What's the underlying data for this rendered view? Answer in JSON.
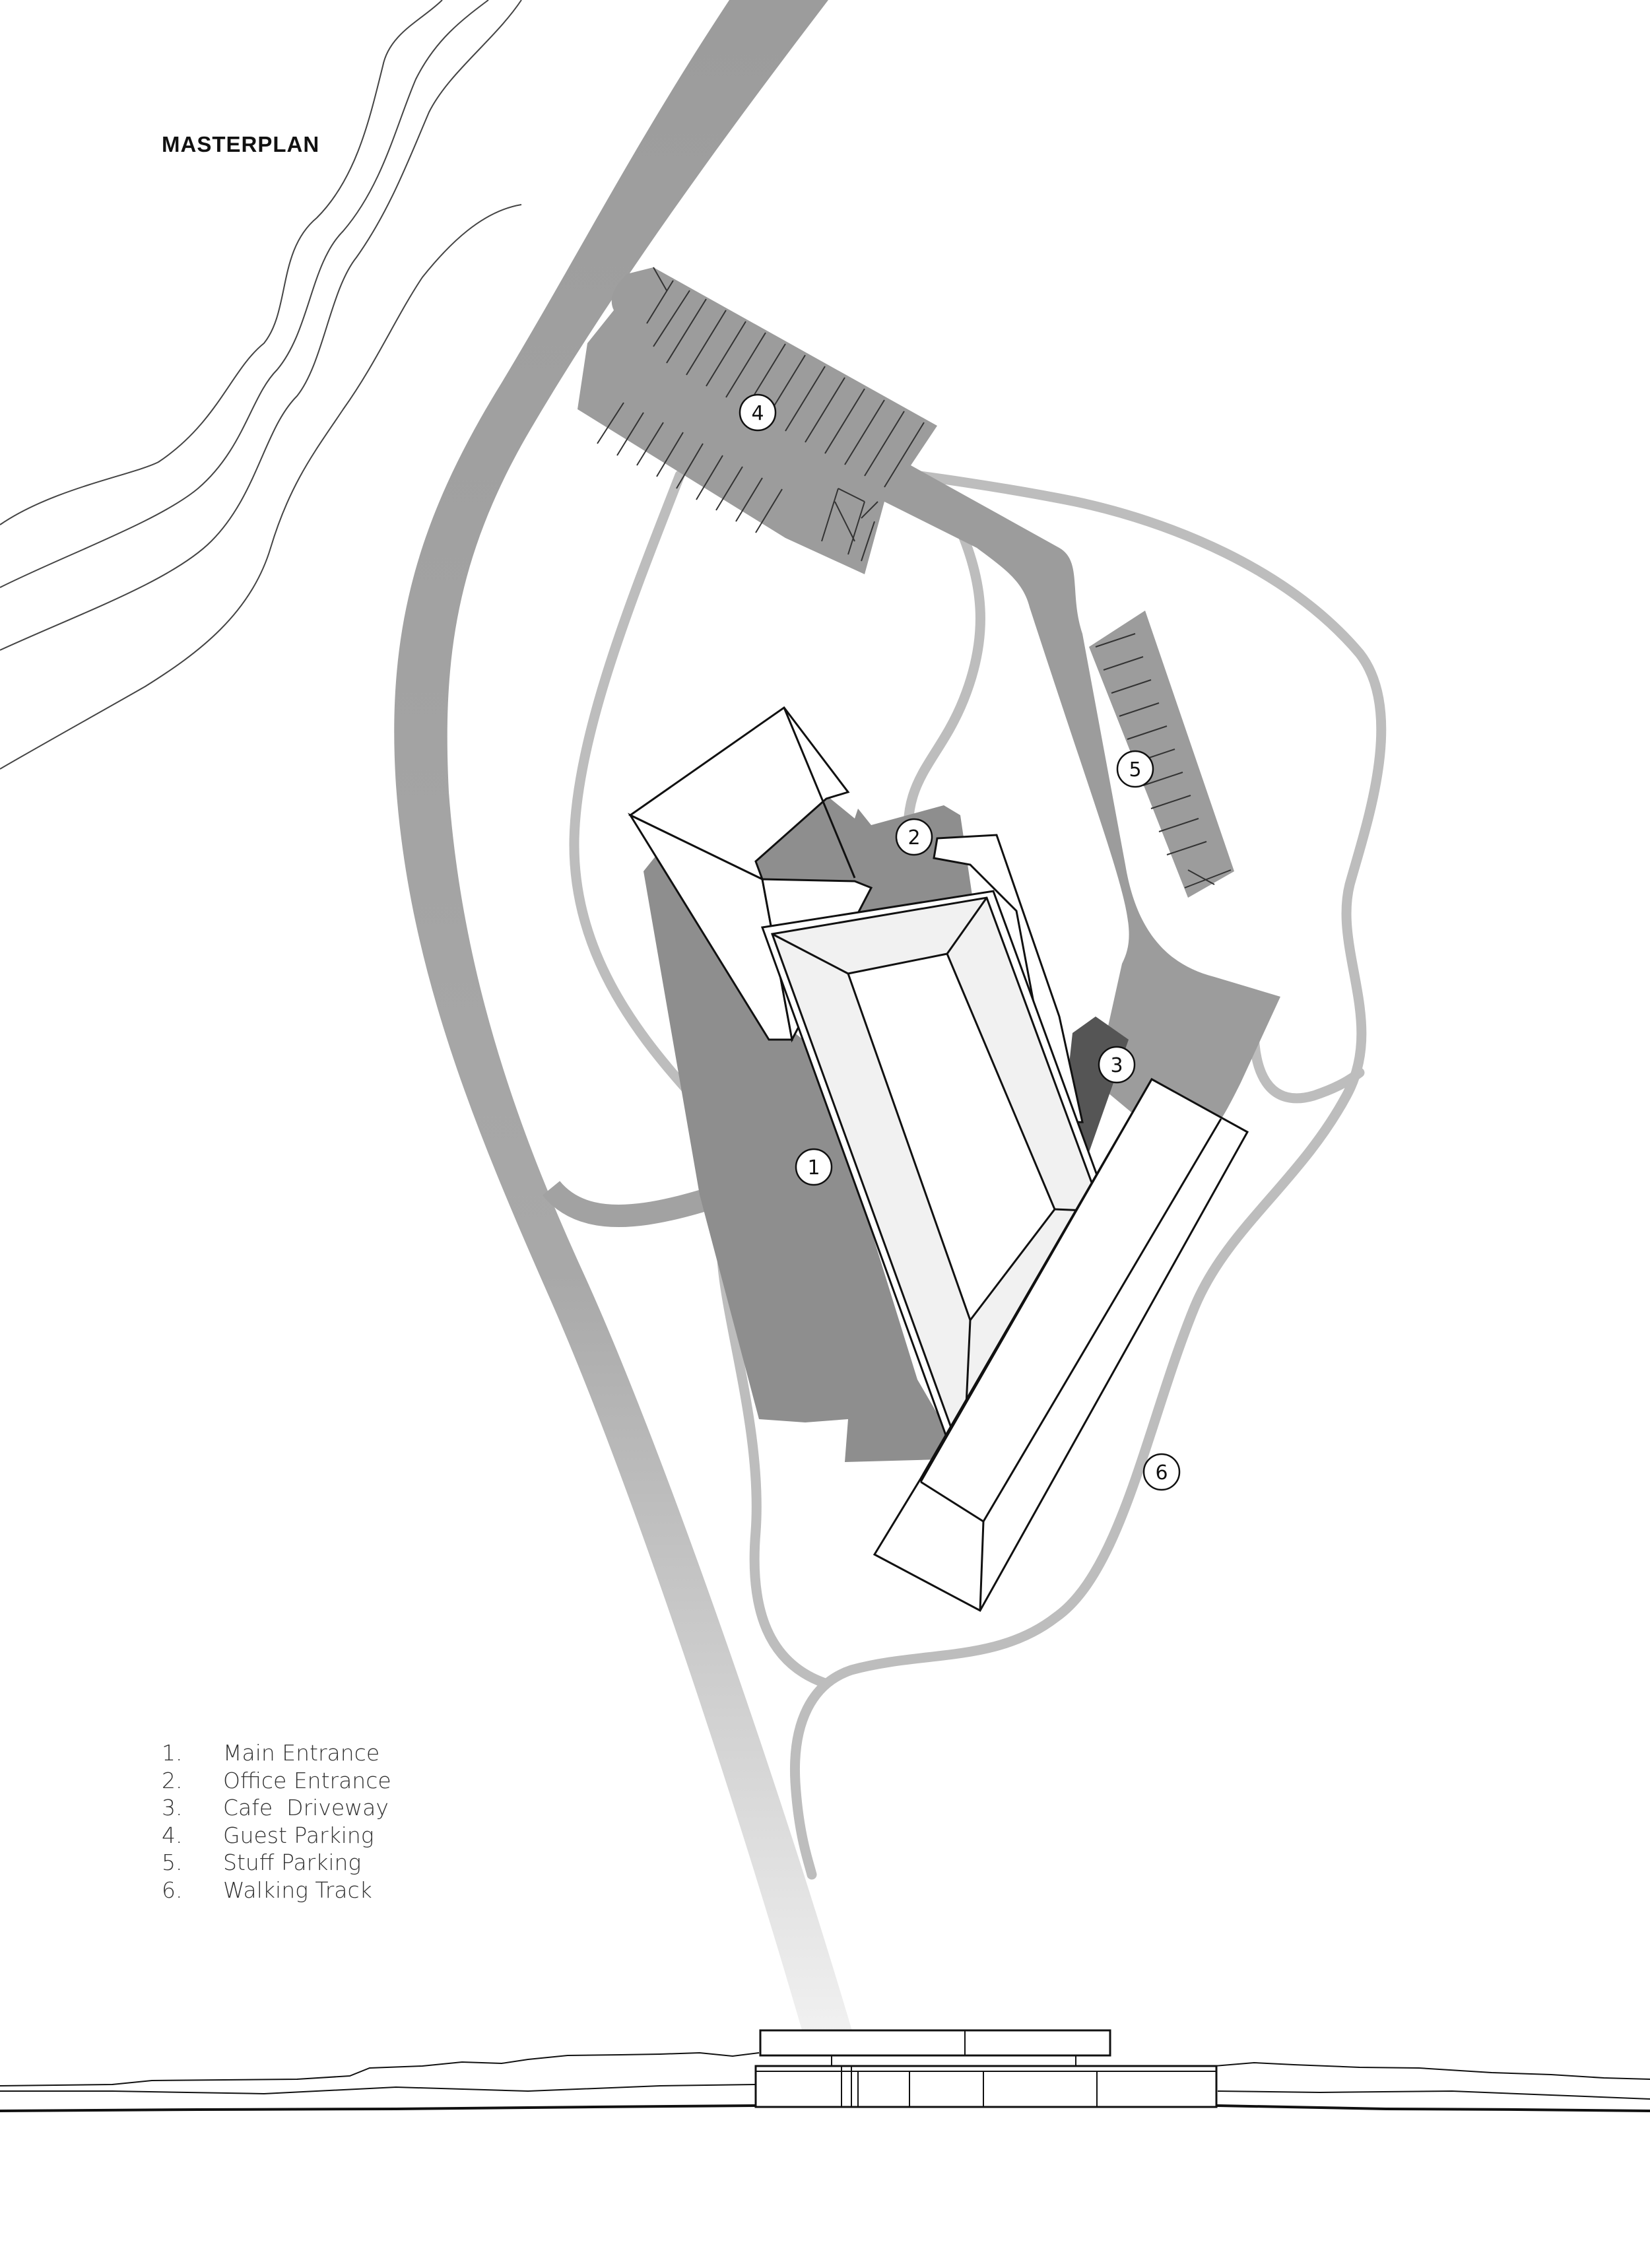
{
  "title": "MASTERPLAN",
  "markers": [
    "1",
    "2",
    "3",
    "4",
    "5",
    "6"
  ],
  "legend": [
    {
      "num": "1.",
      "label": "Main Entrance"
    },
    {
      "num": "2.",
      "label": "Office Entrance"
    },
    {
      "num": "3.",
      "label": "Cafe  Driveway"
    },
    {
      "num": "4.",
      "label": "Guest Parking"
    },
    {
      "num": "5.",
      "label": "Stuff Parking"
    },
    {
      "num": "6.",
      "label": "Walking Track"
    }
  ],
  "colors": {
    "road": "#9c9c9c",
    "path": "#bdbdbd",
    "shadow": "#8e8e8e",
    "dark_shadow": "#555555",
    "roof_face": "#f1f1f1",
    "line": "#111111"
  }
}
